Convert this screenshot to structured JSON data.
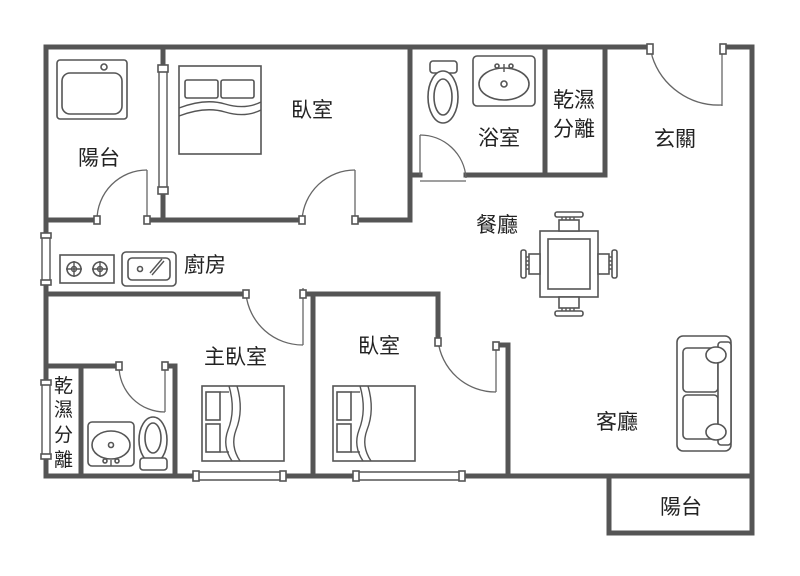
{
  "rooms": {
    "balcony_top": "陽台",
    "bedroom_top": "臥室",
    "bathroom": "浴室",
    "wet_dry_top": [
      "乾濕",
      "分離"
    ],
    "entrance": "玄關",
    "dining": "餐廳",
    "kitchen": "廚房",
    "master_bedroom": "主臥室",
    "bedroom_middle": "臥室",
    "wet_dry_side": [
      "乾",
      "濕",
      "分",
      "離"
    ],
    "living_room": "客廳",
    "balcony_bottom": "陽台"
  }
}
